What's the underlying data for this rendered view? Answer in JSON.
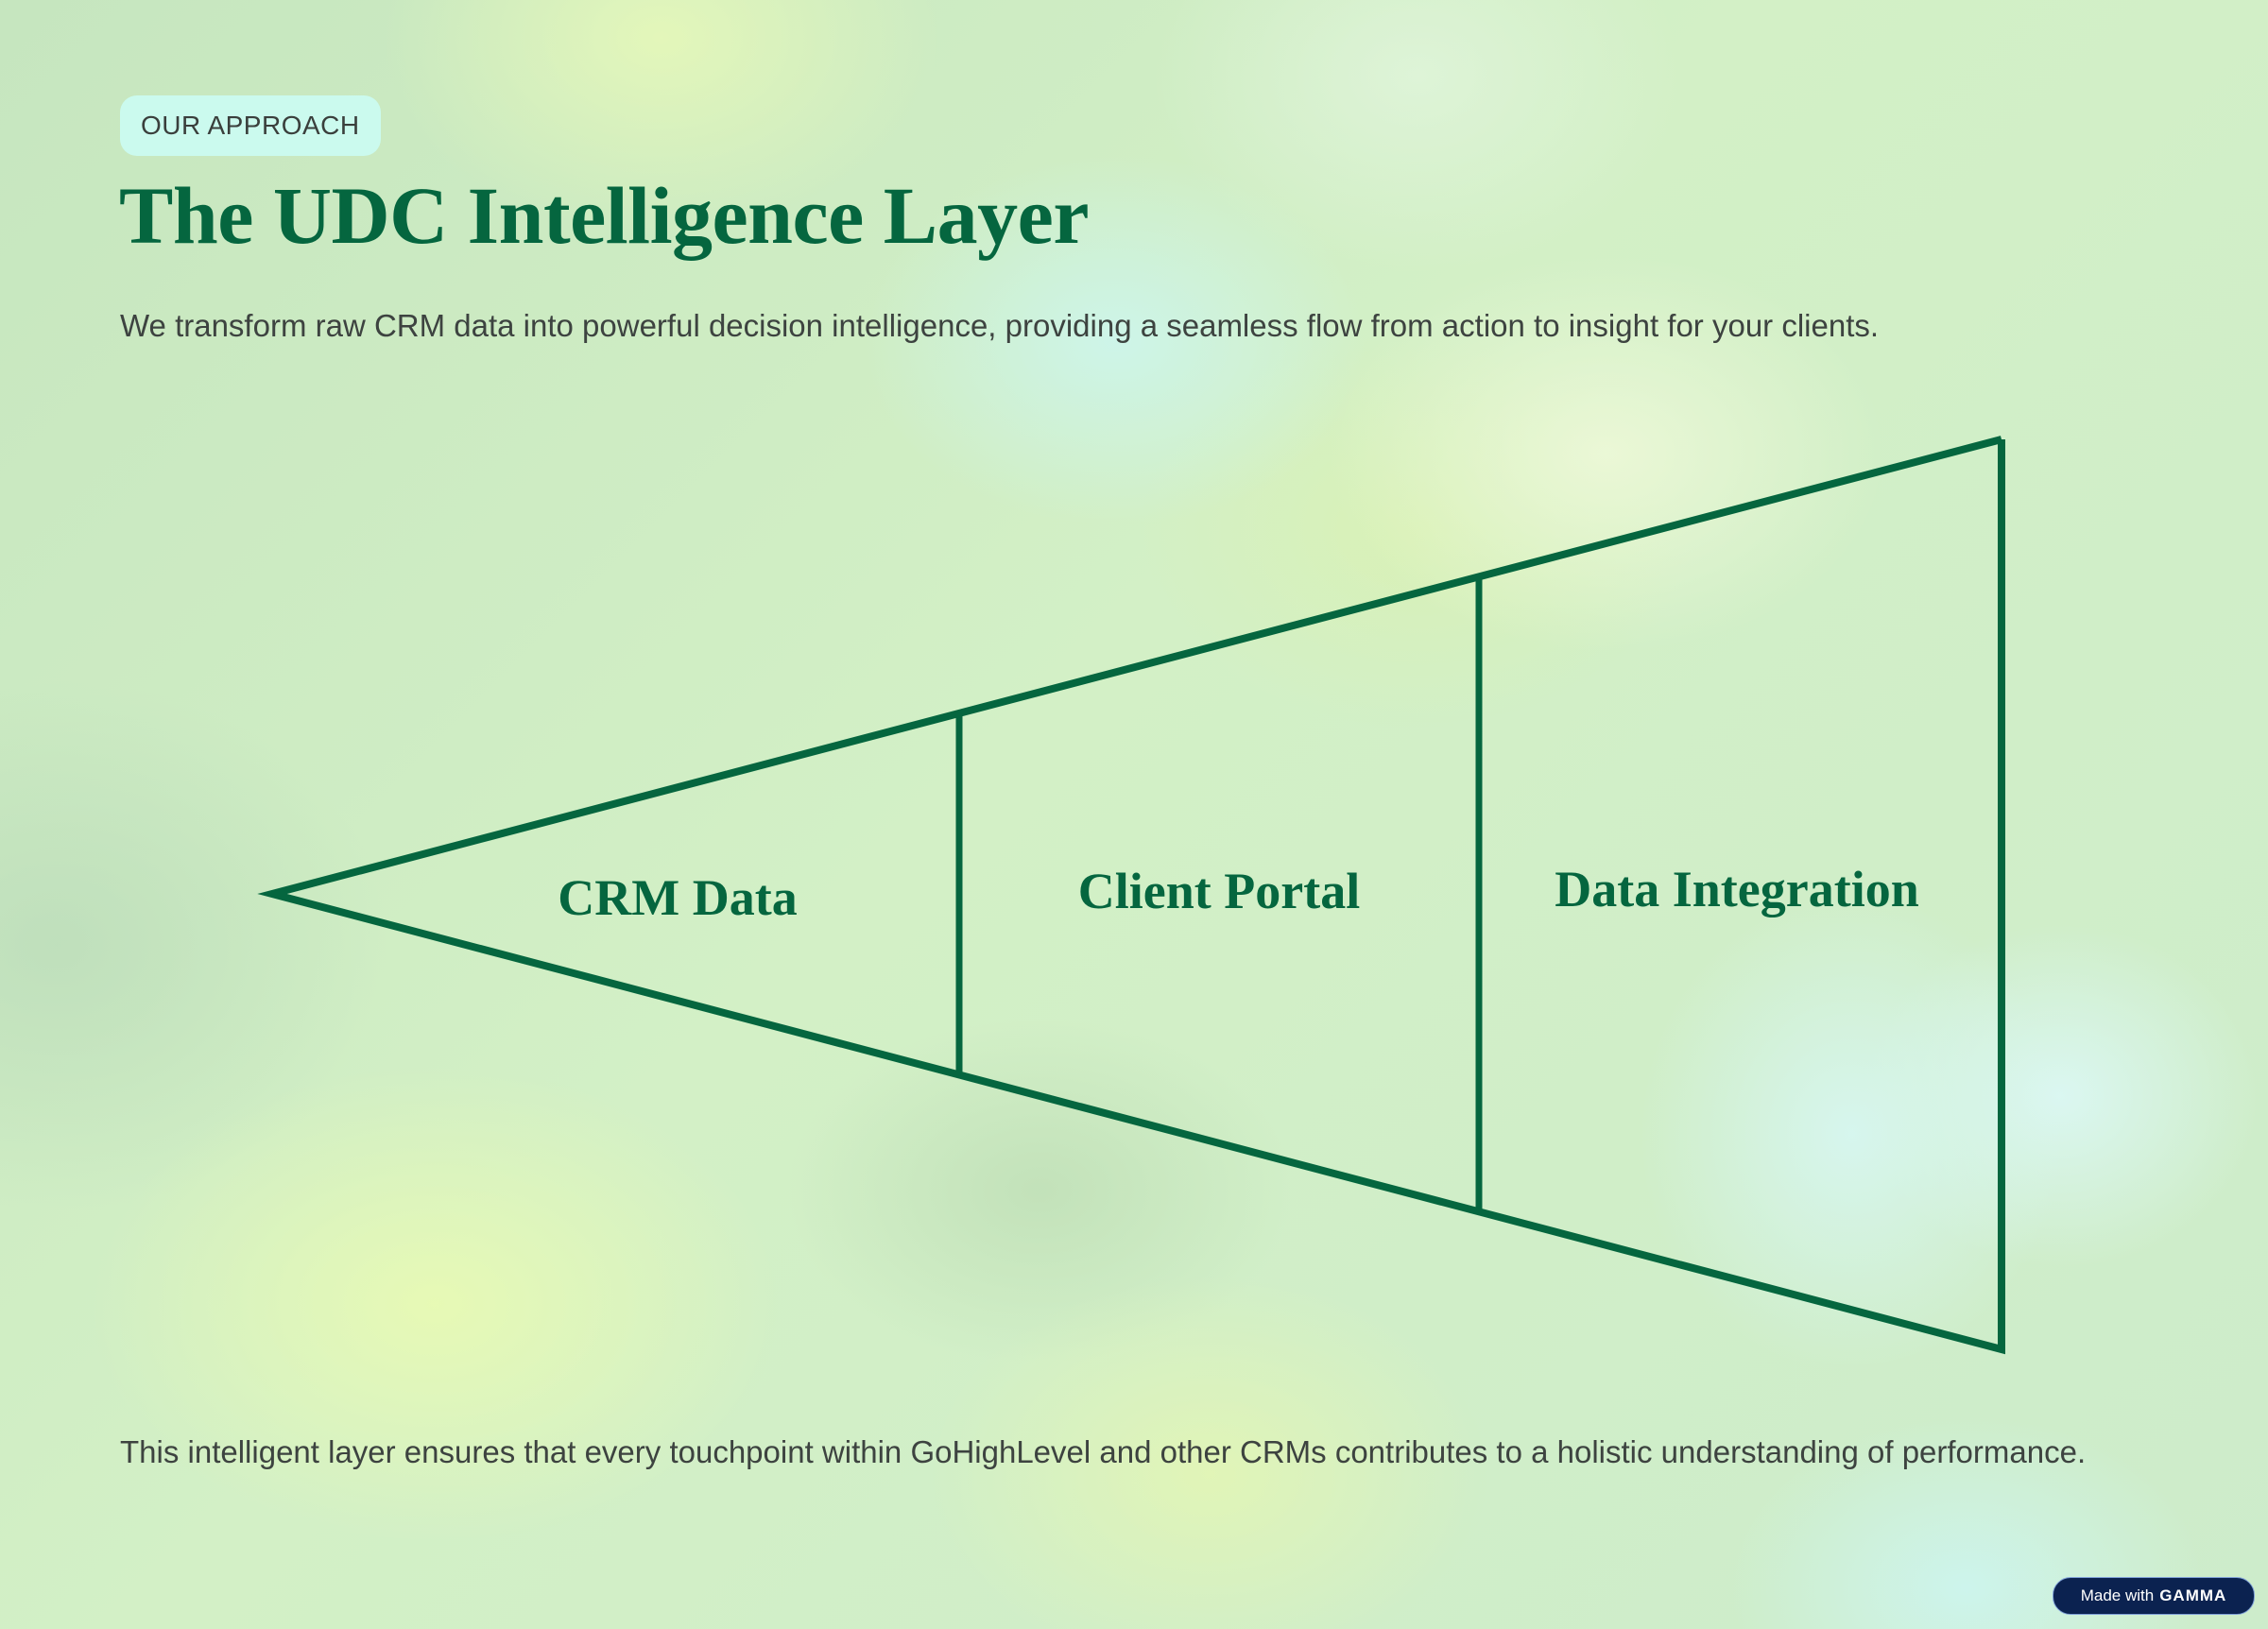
{
  "header": {
    "tag": "OUR APPROACH",
    "title": "The UDC Intelligence Layer",
    "intro": "We transform raw CRM data into powerful decision intelligence, providing a seamless flow from action to insight for your clients."
  },
  "diagram": {
    "type": "funnel-horizontal-widening",
    "stroke_color": "#05663F",
    "stages": [
      {
        "label": "CRM Data"
      },
      {
        "label": "Client Portal"
      },
      {
        "label": "Data Integration"
      }
    ]
  },
  "footer": {
    "text": "This intelligent layer ensures that every touchpoint within GoHighLevel and other CRMs contributes to a holistic understanding of performance."
  },
  "badge": {
    "prefix": "Made with",
    "brand": "GAMMA"
  },
  "colors": {
    "accent": "#05663F",
    "tag_bg": "#CBFAEE",
    "body_text": "#3D4340",
    "badge_bg": "#0B2250"
  }
}
